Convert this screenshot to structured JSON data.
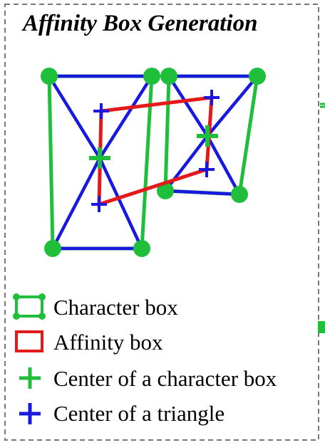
{
  "title": "Affinity Box Generation",
  "legend": {
    "character_box": "Character box",
    "affinity_box": "Affinity box",
    "char_center": "Center of a character box",
    "triangle_center": "Center of a triangle"
  },
  "colors": {
    "character_box": "#1fbe3b",
    "affinity_box": "#e41a1a",
    "triangle": "#1818e0",
    "border": "#777777"
  }
}
